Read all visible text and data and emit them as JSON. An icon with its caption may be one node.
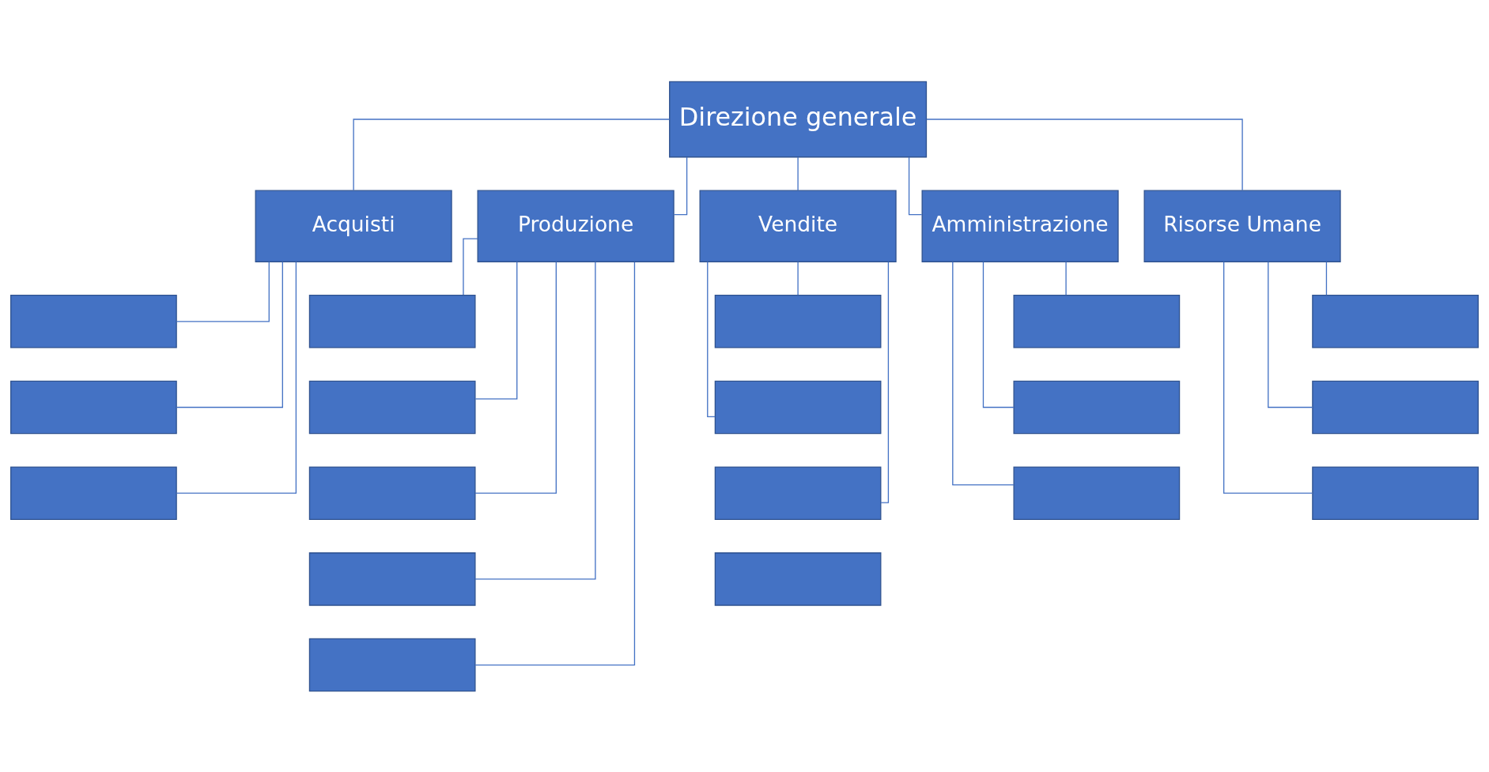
{
  "diagram": {
    "nodes": [
      {
        "text": [
          "Direzione generale"
        ]
      },
      {
        "text": [
          "Acquisti"
        ]
      },
      {
        "text": [
          "Produzione"
        ]
      },
      {
        "text": [
          "Vendite"
        ]
      },
      {
        "text": [
          "Amministrazione"
        ]
      },
      {
        "text": [
          "Risorse Umane"
        ]
      },
      {
        "text": [],
        "shape": "box"
      },
      {
        "text": [],
        "shape": "box"
      },
      {
        "text": [],
        "shape": "box"
      },
      {
        "text": [],
        "shape": "box"
      },
      {
        "text": [],
        "shape": "box"
      },
      {
        "text": [],
        "shape": "box"
      },
      {
        "text": [],
        "shape": "box"
      },
      {
        "text": [],
        "shape": "box"
      },
      {
        "text": [],
        "shape": "box"
      },
      {
        "text": [],
        "shape": "box"
      },
      {
        "text": [],
        "shape": "box"
      },
      {
        "text": [],
        "shape": "box"
      },
      {
        "text": [],
        "shape": "box"
      },
      {
        "text": [],
        "shape": "box"
      },
      {
        "text": [],
        "shape": "box"
      },
      {
        "text": [],
        "shape": "box"
      },
      {
        "text": [],
        "shape": "box"
      },
      {
        "text": [],
        "shape": "box"
      }
    ],
    "edges": [
      {
        "from": 0,
        "to": 1,
        "arrow": "none"
      },
      {
        "from": 0,
        "to": 2,
        "arrow": "none"
      },
      {
        "from": 0,
        "to": 3,
        "arrow": "none"
      },
      {
        "from": 0,
        "to": 4,
        "arrow": "none"
      },
      {
        "from": 0,
        "to": 5,
        "arrow": "none"
      },
      {
        "from": 1,
        "to": 6,
        "arrow": "none"
      },
      {
        "from": 1,
        "to": 7,
        "arrow": "none"
      },
      {
        "from": 1,
        "to": 8,
        "arrow": "none"
      },
      {
        "from": 2,
        "to": 9,
        "arrow": "none"
      },
      {
        "from": 2,
        "to": 10,
        "arrow": "none"
      },
      {
        "from": 2,
        "to": 11,
        "arrow": "none"
      },
      {
        "from": 2,
        "to": 12,
        "arrow": "none"
      },
      {
        "from": 2,
        "to": 13,
        "arrow": "none"
      },
      {
        "from": 3,
        "to": 14,
        "arrow": "none"
      },
      {
        "from": 3,
        "to": 15,
        "arrow": "none"
      },
      {
        "from": 3,
        "to": 16,
        "arrow": "none"
      },
      {
        "from": 4,
        "to": 18,
        "arrow": "none"
      },
      {
        "from": 4,
        "to": 19,
        "arrow": "none"
      },
      {
        "from": 4,
        "to": 20,
        "arrow": "none"
      },
      {
        "from": 5,
        "to": 21,
        "arrow": "none"
      },
      {
        "from": 5,
        "to": 22,
        "arrow": "none"
      },
      {
        "from": 5,
        "to": 23,
        "arrow": "none"
      }
    ]
  }
}
